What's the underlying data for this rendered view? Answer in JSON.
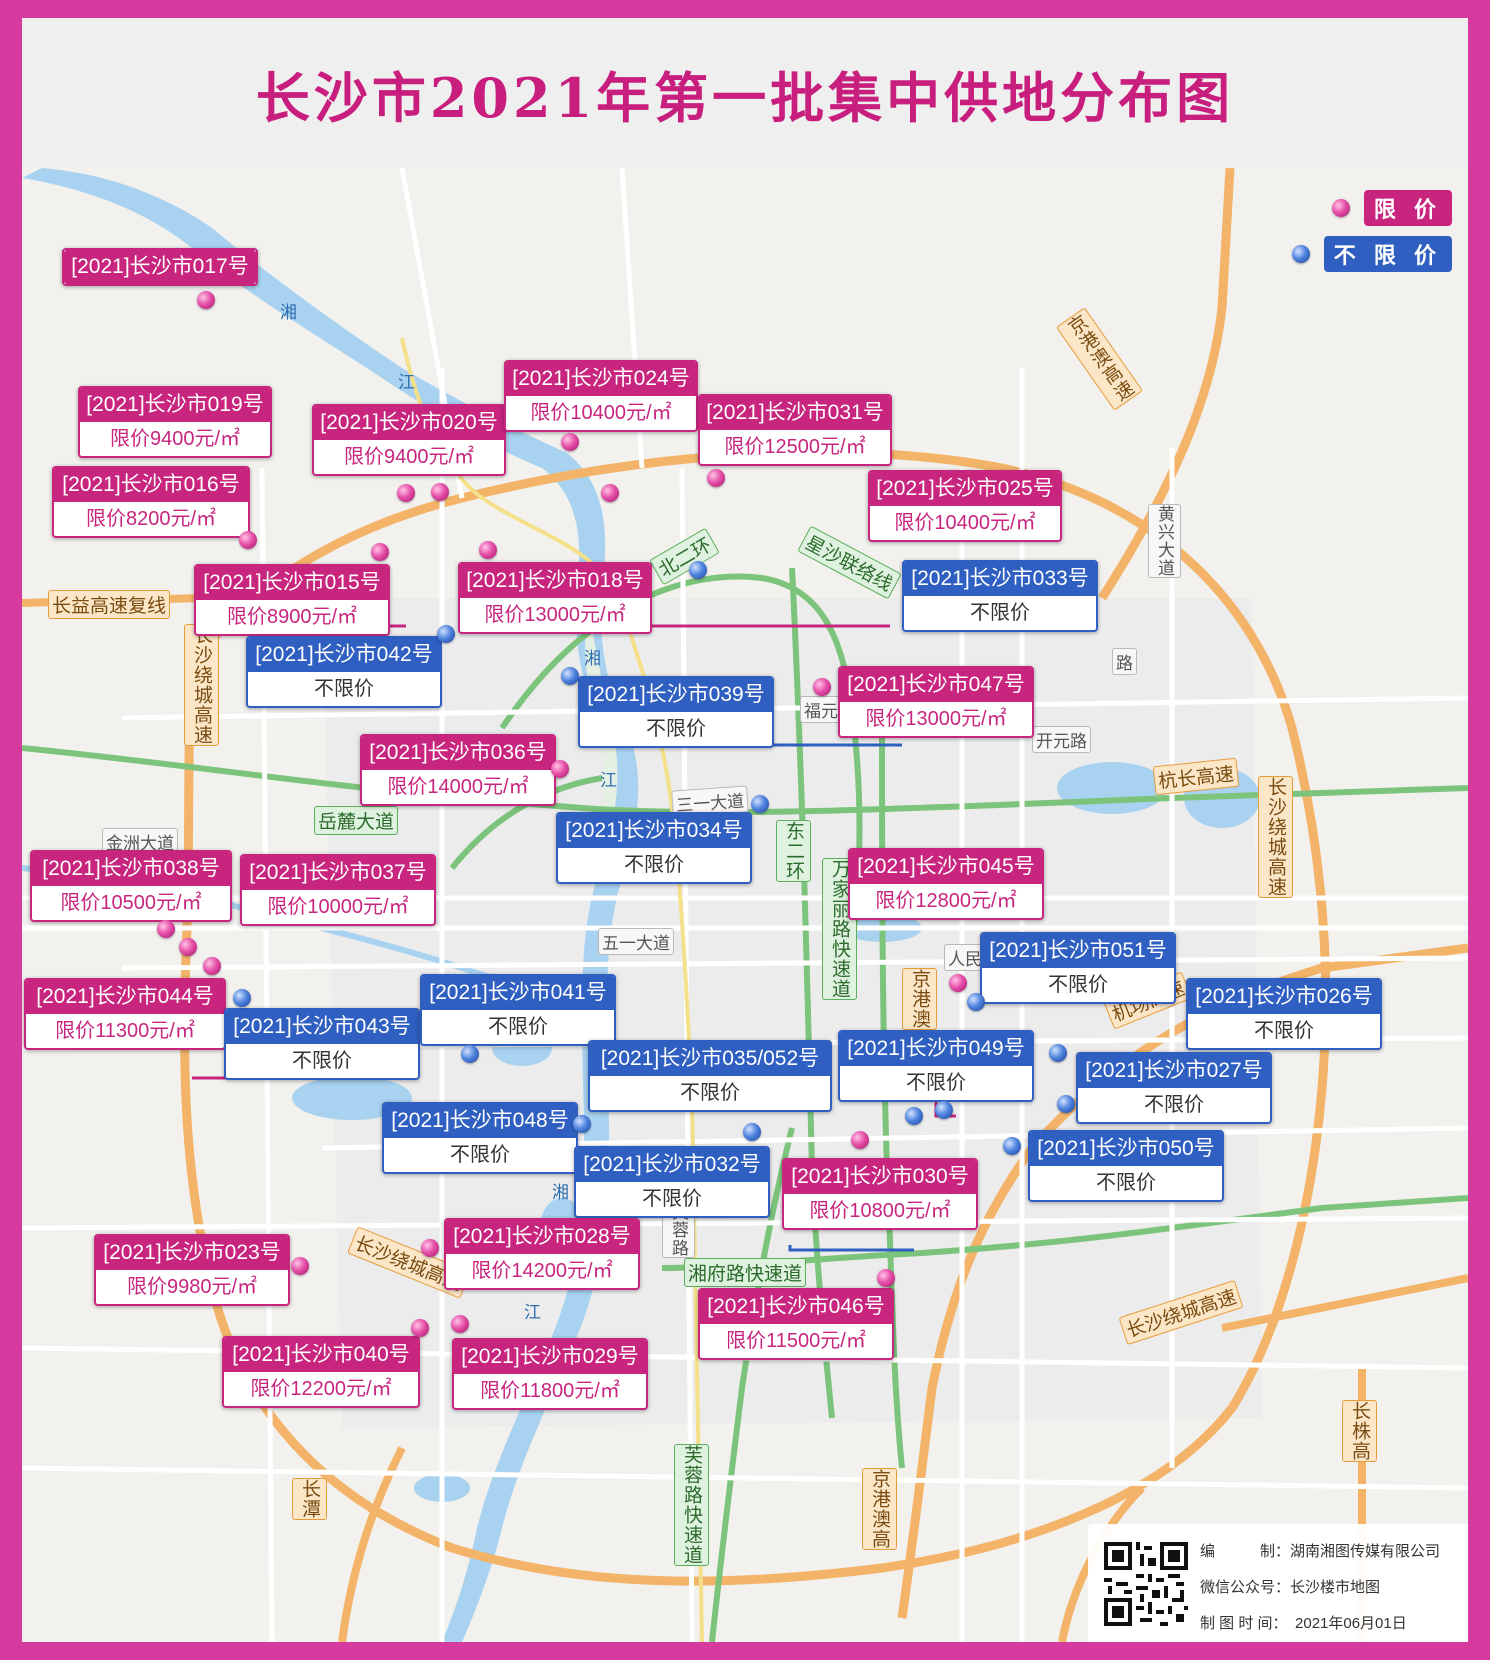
{
  "title": "长沙市2021年第一批集中供地分布图",
  "legend": {
    "limited": {
      "label": "限 价",
      "color": "#c8257e"
    },
    "unlimited": {
      "label": "不 限 价",
      "color": "#2f5fc0"
    }
  },
  "parcels": [
    {
      "code": "[2021]长沙市017号",
      "price": "",
      "type": "limited"
    },
    {
      "code": "[2021]长沙市019号",
      "price": "限价9400元/㎡",
      "type": "limited"
    },
    {
      "code": "[2021]长沙市020号",
      "price": "限价9400元/㎡",
      "type": "limited"
    },
    {
      "code": "[2021]长沙市024号",
      "price": "限价10400元/㎡",
      "type": "limited"
    },
    {
      "code": "[2021]长沙市031号",
      "price": "限价12500元/㎡",
      "type": "limited"
    },
    {
      "code": "[2021]长沙市016号",
      "price": "限价8200元/㎡",
      "type": "limited"
    },
    {
      "code": "[2021]长沙市025号",
      "price": "限价10400元/㎡",
      "type": "limited"
    },
    {
      "code": "[2021]长沙市015号",
      "price": "限价8900元/㎡",
      "type": "limited"
    },
    {
      "code": "[2021]长沙市018号",
      "price": "限价13000元/㎡",
      "type": "limited"
    },
    {
      "code": "[2021]长沙市033号",
      "price": "不限价",
      "type": "unlimited"
    },
    {
      "code": "[2021]长沙市042号",
      "price": "不限价",
      "type": "unlimited"
    },
    {
      "code": "[2021]长沙市039号",
      "price": "不限价",
      "type": "unlimited"
    },
    {
      "code": "[2021]长沙市047号",
      "price": "限价13000元/㎡",
      "type": "limited"
    },
    {
      "code": "[2021]长沙市036号",
      "price": "限价14000元/㎡",
      "type": "limited"
    },
    {
      "code": "[2021]长沙市034号",
      "price": "不限价",
      "type": "unlimited"
    },
    {
      "code": "[2021]长沙市038号",
      "price": "限价10500元/㎡",
      "type": "limited"
    },
    {
      "code": "[2021]长沙市037号",
      "price": "限价10000元/㎡",
      "type": "limited"
    },
    {
      "code": "[2021]长沙市045号",
      "price": "限价12800元/㎡",
      "type": "limited"
    },
    {
      "code": "[2021]长沙市051号",
      "price": "不限价",
      "type": "unlimited"
    },
    {
      "code": "[2021]长沙市044号",
      "price": "限价11300元/㎡",
      "type": "limited"
    },
    {
      "code": "[2021]长沙市043号",
      "price": "不限价",
      "type": "unlimited"
    },
    {
      "code": "[2021]长沙市041号",
      "price": "不限价",
      "type": "unlimited"
    },
    {
      "code": "[2021]长沙市026号",
      "price": "不限价",
      "type": "unlimited"
    },
    {
      "code": "[2021]长沙市035/052号",
      "price": "不限价",
      "type": "unlimited"
    },
    {
      "code": "[2021]长沙市049号",
      "price": "不限价",
      "type": "unlimited"
    },
    {
      "code": "[2021]长沙市027号",
      "price": "不限价",
      "type": "unlimited"
    },
    {
      "code": "[2021]长沙市048号",
      "price": "不限价",
      "type": "unlimited"
    },
    {
      "code": "[2021]长沙市032号",
      "price": "不限价",
      "type": "unlimited"
    },
    {
      "code": "[2021]长沙市030号",
      "price": "限价10800元/㎡",
      "type": "limited"
    },
    {
      "code": "[2021]长沙市050号",
      "price": "不限价",
      "type": "unlimited"
    },
    {
      "code": "[2021]长沙市023号",
      "price": "限价9980元/㎡",
      "type": "limited"
    },
    {
      "code": "[2021]长沙市028号",
      "price": "限价14200元/㎡",
      "type": "limited"
    },
    {
      "code": "[2021]长沙市046号",
      "price": "限价11500元/㎡",
      "type": "limited"
    },
    {
      "code": "[2021]长沙市040号",
      "price": "限价12200元/㎡",
      "type": "limited"
    },
    {
      "code": "[2021]长沙市029号",
      "price": "限价11800元/㎡",
      "type": "limited"
    }
  ],
  "road_labels": [
    "京港澳高速",
    "长益高速复线",
    "长沙绕城高速",
    "北二环",
    "星沙联络线",
    "黄兴大道",
    "开元路",
    "杭长高速",
    "长沙绕城高速",
    "岳麓大道",
    "三一大道",
    "金洲大道",
    "东二环",
    "万家丽路快速道",
    "五一大道",
    "人民",
    "京港澳",
    "机场高速",
    "长沙绕城高速",
    "湘府路快速道",
    "长沙绕城高速",
    "长株高",
    "芙蓉路快速道",
    "京港澳高",
    "长潭",
    "芙蓉路",
    "福元",
    "路"
  ],
  "river_labels": [
    "湘",
    "江",
    "湘",
    "江",
    "湘",
    "江"
  ],
  "credits": {
    "editor": "编　　　制：湖南湘图传媒有限公司",
    "wechat": "微信公众号：长沙楼市地图",
    "date": "制 图 时 间：　2021年06月01日"
  },
  "colors": {
    "frame": "#d63a9e",
    "limited": "#c8257e",
    "unlimited": "#2f5fc0",
    "river": "#a8d2f0",
    "highway": "#f3b46a",
    "expressway": "#7cc47c"
  }
}
